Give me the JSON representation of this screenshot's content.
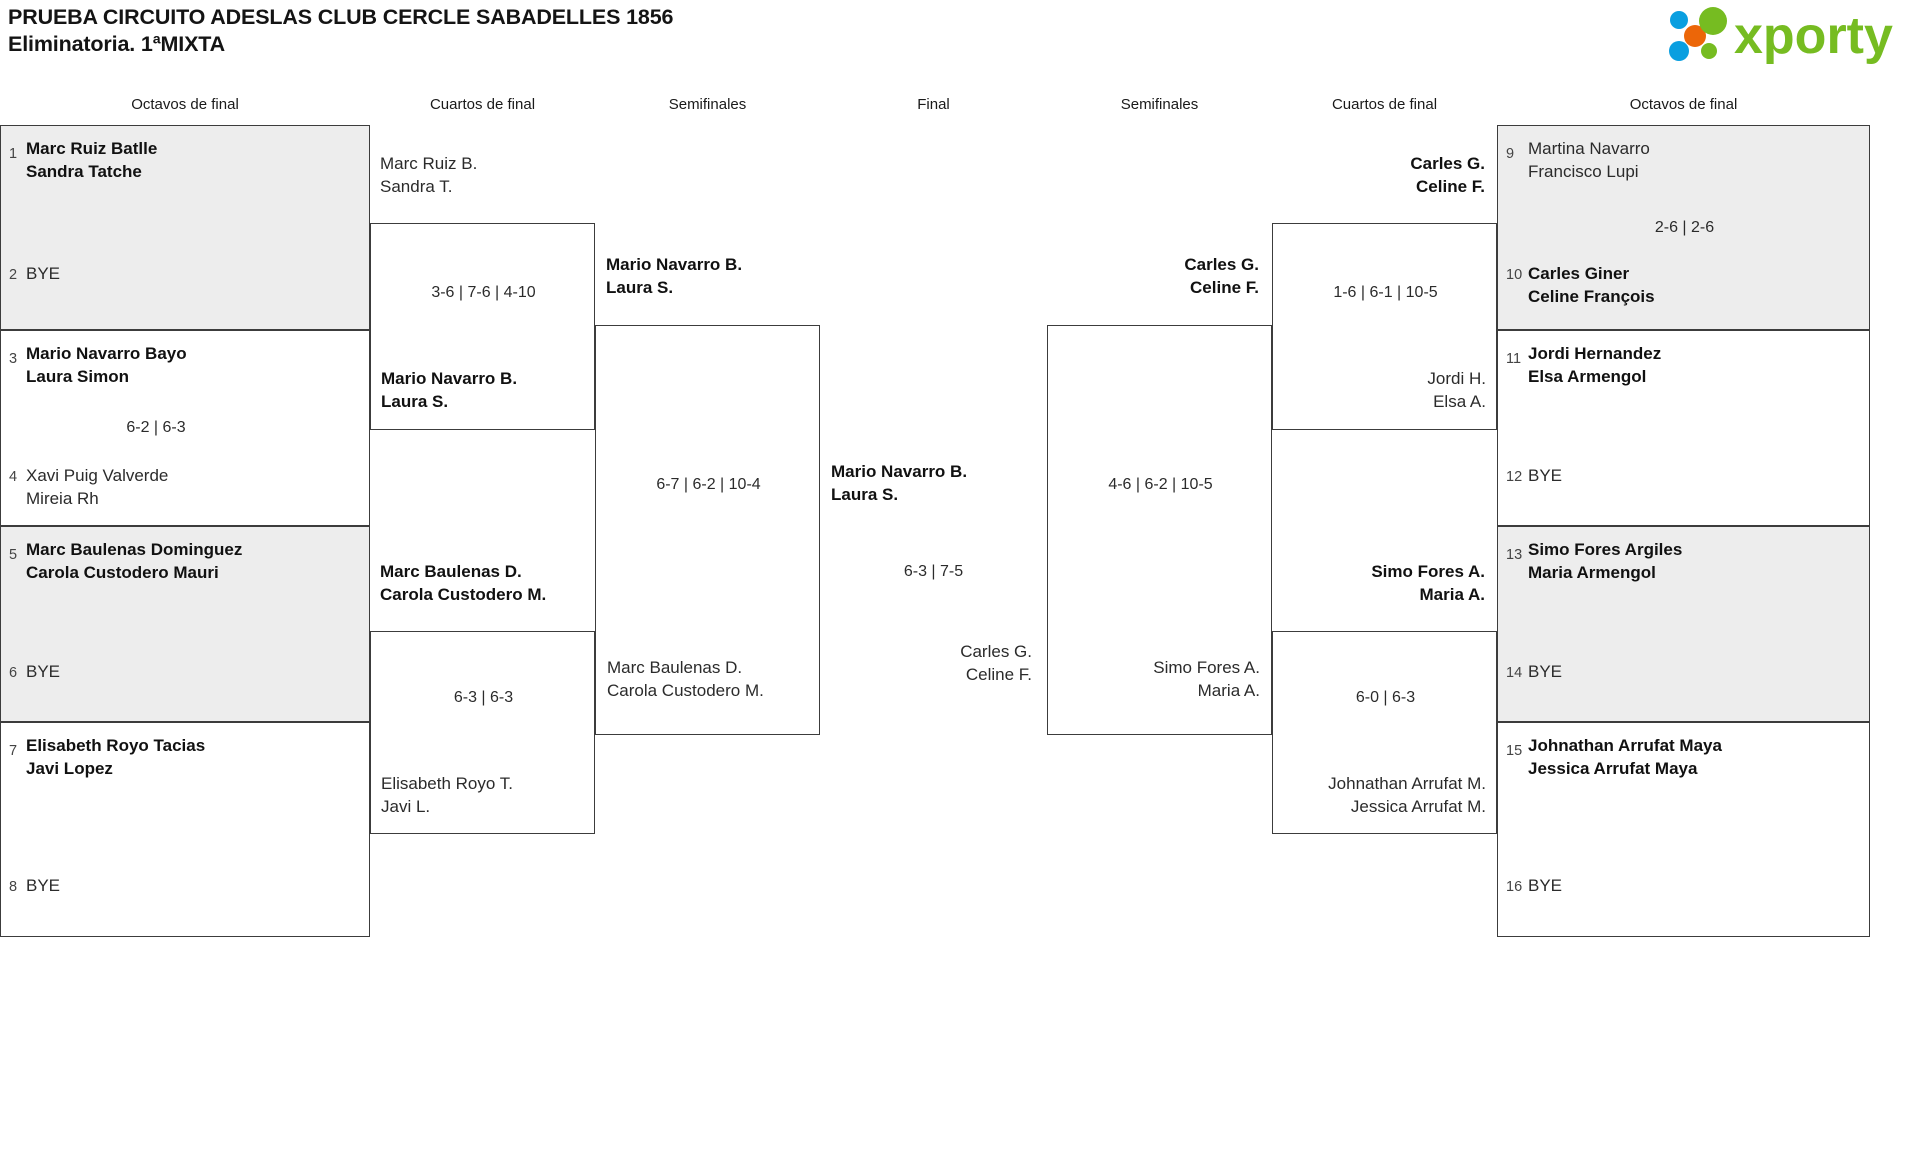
{
  "header": {
    "title_line1": "PRUEBA CIRCUITO ADESLAS CLUB CERCLE SABADELLES 1856",
    "title_line2": "Eliminatoria. 1ªMIXTA",
    "logo_text": "xporty",
    "logo_colors": {
      "green": "#76bc21",
      "blue": "#0a9fe0",
      "orange": "#ec6608"
    }
  },
  "rounds": [
    {
      "label": "Octavos de final"
    },
    {
      "label": "Cuartos de final"
    },
    {
      "label": "Semifinales"
    },
    {
      "label": "Final"
    },
    {
      "label": "Semifinales"
    },
    {
      "label": "Cuartos de final"
    },
    {
      "label": "Octavos de final"
    }
  ],
  "left_r16": [
    {
      "seed_top": "1",
      "top_line1": "Marc Ruiz Batlle",
      "top_line2": "Sandra Tatche",
      "top_winner": true,
      "seed_bottom": "2",
      "bottom_line1": "BYE",
      "bottom_line2": "",
      "bottom_winner": false,
      "score": "",
      "shaded": true
    },
    {
      "seed_top": "3",
      "top_line1": "Mario Navarro Bayo",
      "top_line2": "Laura Simon",
      "top_winner": true,
      "seed_bottom": "4",
      "bottom_line1": "Xavi Puig Valverde",
      "bottom_line2": "Mireia Rh",
      "bottom_winner": false,
      "score": "6-2 | 6-3",
      "shaded": false
    },
    {
      "seed_top": "5",
      "top_line1": "Marc Baulenas Dominguez",
      "top_line2": "Carola Custodero Mauri",
      "top_winner": true,
      "seed_bottom": "6",
      "bottom_line1": "BYE",
      "bottom_line2": "",
      "bottom_winner": false,
      "score": "",
      "shaded": true
    },
    {
      "seed_top": "7",
      "top_line1": "Elisabeth Royo Tacias",
      "top_line2": "Javi Lopez",
      "top_winner": true,
      "seed_bottom": "8",
      "bottom_line1": "BYE",
      "bottom_line2": "",
      "bottom_winner": false,
      "score": "",
      "shaded": false
    }
  ],
  "left_qf": [
    {
      "top_line1": "Marc Ruiz B.",
      "top_line2": "Sandra T.",
      "top_winner": false,
      "bottom_line1": "Mario Navarro B.",
      "bottom_line2": "Laura S.",
      "bottom_winner": true,
      "score": "3-6 | 7-6 | 4-10"
    },
    {
      "top_line1": "Marc Baulenas D.",
      "top_line2": "Carola Custodero M.",
      "top_winner": true,
      "bottom_line1": "Elisabeth Royo T.",
      "bottom_line2": "Javi L.",
      "bottom_winner": false,
      "score": "6-3 | 6-3"
    }
  ],
  "left_sf": [
    {
      "top_line1": "Mario Navarro B.",
      "top_line2": "Laura S.",
      "top_winner": true,
      "bottom_line1": "Marc Baulenas D.",
      "bottom_line2": "Carola Custodero M.",
      "bottom_winner": false,
      "score": "6-7 | 6-2 | 10-4"
    }
  ],
  "final": {
    "top_line1": "Mario Navarro B.",
    "top_line2": "Laura S.",
    "top_winner": true,
    "bottom_line1": "Carles G.",
    "bottom_line2": "Celine F.",
    "bottom_winner": false,
    "score": "6-3 | 7-5"
  },
  "right_sf": [
    {
      "top_line1": "Carles G.",
      "top_line2": "Celine F.",
      "top_winner": true,
      "bottom_line1": "Simo Fores A.",
      "bottom_line2": "Maria A.",
      "bottom_winner": false,
      "score": "4-6 | 6-2 | 10-5"
    }
  ],
  "right_qf": [
    {
      "top_line1": "Carles G.",
      "top_line2": "Celine F.",
      "top_winner": true,
      "bottom_line1": "Jordi H.",
      "bottom_line2": "Elsa A.",
      "bottom_winner": false,
      "score": "1-6 | 6-1 | 10-5"
    },
    {
      "top_line1": "Simo Fores A.",
      "top_line2": "Maria A.",
      "top_winner": true,
      "bottom_line1": "Johnathan Arrufat M.",
      "bottom_line2": "Jessica Arrufat M.",
      "bottom_winner": false,
      "score": "6-0 | 6-3"
    }
  ],
  "right_r16": [
    {
      "seed_top": "9",
      "top_line1": "Martina Navarro",
      "top_line2": "Francisco Lupi",
      "top_winner": false,
      "seed_bottom": "10",
      "bottom_line1": "Carles Giner",
      "bottom_line2": "Celine François",
      "bottom_winner": true,
      "score": "2-6 | 2-6",
      "shaded": true
    },
    {
      "seed_top": "11",
      "top_line1": "Jordi Hernandez",
      "top_line2": "Elsa Armengol",
      "top_winner": true,
      "seed_bottom": "12",
      "bottom_line1": "BYE",
      "bottom_line2": "",
      "bottom_winner": false,
      "score": "",
      "shaded": false
    },
    {
      "seed_top": "13",
      "top_line1": "Simo Fores Argiles",
      "top_line2": "Maria Armengol",
      "top_winner": true,
      "seed_bottom": "14",
      "bottom_line1": "BYE",
      "bottom_line2": "",
      "bottom_winner": false,
      "score": "",
      "shaded": true
    },
    {
      "seed_top": "15",
      "top_line1": "Johnathan Arrufat Maya",
      "top_line2": "Jessica Arrufat Maya",
      "top_winner": true,
      "seed_bottom": "16",
      "bottom_line1": "BYE",
      "bottom_line2": "",
      "bottom_winner": false,
      "score": "",
      "shaded": false
    }
  ]
}
